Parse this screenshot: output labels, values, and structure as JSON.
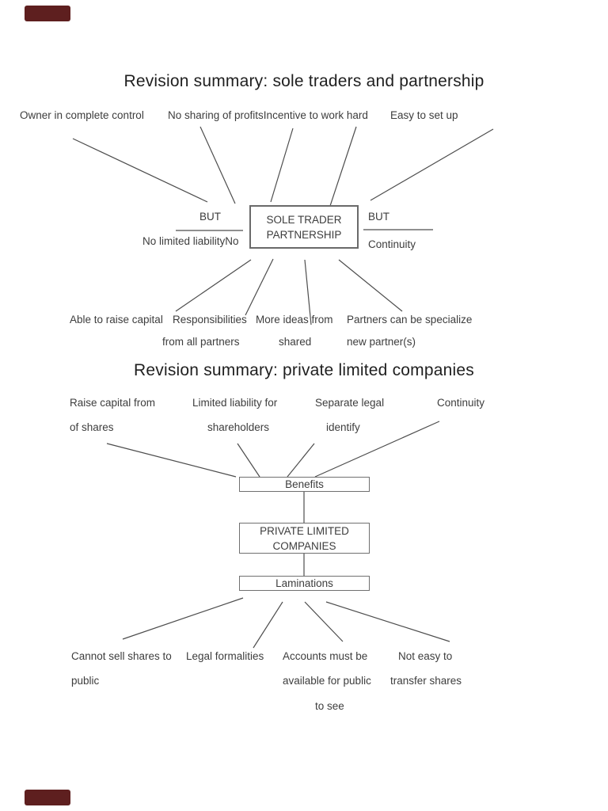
{
  "line_color": "#4d4d4d",
  "corner_marks": {
    "color": "#5E1F1F"
  },
  "diagram1": {
    "title": "Revision summary: sole traders and partnership",
    "top_labels": {
      "owner": "Owner in complete control",
      "sharing_incentive": "No sharing of profitsIncentive to work hard",
      "easy": "Easy to set up"
    },
    "but_left": "BUT",
    "but_right": "BUT",
    "note_left": "No limited liabilityNo",
    "note_right": "Continuity",
    "center_box": {
      "line1": "SOLE TRADER",
      "line2": "PARTNERSHIP"
    },
    "bottom_labels": {
      "raise": "Able to raise capital",
      "resp1": "Responsibilities",
      "resp2": "from all partners",
      "ideas1": "More ideas from",
      "ideas2": "shared",
      "partners1": "Partners can be specialize",
      "partners2": "new partner(s)"
    },
    "lines": [
      [
        92,
        175,
        262,
        255
      ],
      [
        253,
        160,
        297,
        257
      ],
      [
        370,
        162,
        342,
        255
      ],
      [
        450,
        160,
        417,
        260
      ],
      [
        468,
        253,
        623,
        163
      ],
      [
        222,
        291,
        307,
        291
      ],
      [
        459,
        290,
        547,
        290
      ],
      [
        317,
        328,
        222,
        393
      ],
      [
        345,
        327,
        310,
        398
      ],
      [
        385,
        328,
        393,
        410
      ],
      [
        428,
        328,
        508,
        393
      ]
    ]
  },
  "diagram2": {
    "title": "Revision summary: private limited companies",
    "top_labels": {
      "raise1": "Raise capital from",
      "raise2": "of shares",
      "liability1": "Limited liability for",
      "liability2": "shareholders",
      "legal1": "Separate legal",
      "legal2": "identify",
      "continuity": "Continuity"
    },
    "boxes": {
      "benefits": "Benefits",
      "company1": "PRIVATE LIMITED",
      "company2": "COMPANIES",
      "limitations": "Laminations"
    },
    "bottom_labels": {
      "shares1": "Cannot sell shares to",
      "shares2": "public",
      "formalities": "Legal formalities",
      "accounts1": "Accounts must be",
      "accounts2": "available for public",
      "accounts3": "to see",
      "transfer1": "Not easy to",
      "transfer2": "transfer shares"
    },
    "lines": [
      [
        135,
        560,
        298,
        602
      ],
      [
        300,
        560,
        328,
        602
      ],
      [
        397,
        560,
        363,
        602
      ],
      [
        555,
        532,
        398,
        602
      ],
      [
        384,
        620,
        384,
        660
      ],
      [
        384,
        698,
        384,
        727
      ],
      [
        307,
        755,
        155,
        807
      ],
      [
        357,
        760,
        320,
        818
      ],
      [
        385,
        760,
        433,
        810
      ],
      [
        412,
        760,
        568,
        810
      ]
    ]
  }
}
